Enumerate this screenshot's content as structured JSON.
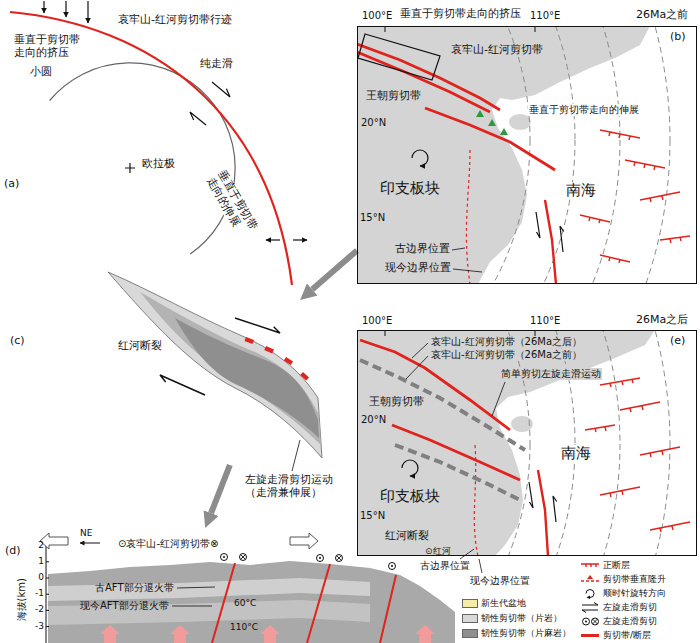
{
  "diagram": {
    "nodes": [
      {
        "text": [
          "26Ma之前",
          "(b)"
        ]
      },
      {
        "text": [
          "(c)"
        ]
      },
      {
        "text": [
          "26Ma之后",
          "(e)"
        ]
      },
      {
        "text": [
          "(d)"
        ]
      }
    ],
    "edges": [
      {
        "from": 0,
        "to": 1,
        "arrow": "to"
      },
      {
        "from": 1,
        "to": 3,
        "arrow": "to"
      }
    ],
    "labels": [
      "垂直于剪切带走向的挤压",
      "哀牢山-红河剪切带行迹",
      "纯走滑",
      "小圆",
      "欧拉极",
      "垂直于剪切带走向的伸展",
      "(a)",
      "垂直于剪切带走向的挤压",
      "100°E",
      "110°E",
      "哀牢山-红河剪切带",
      "垂直于剪切带走向的伸展",
      "王朝剪切带",
      "20°N",
      "印支板块",
      "南海",
      "15°N",
      "古边界位置",
      "现今边界位置",
      "100°E",
      "110°E",
      "哀牢山-红河剪切带（26Ma之后）",
      "哀牢山-红河剪切带（26Ma之前）",
      "简单剪切左旋走滑运动",
      "王朝剪切带",
      "20°N",
      "印支板块",
      "南海",
      "15°N",
      "古边界位置",
      "现今边界位置",
      "红河断裂",
      "左旋走滑剪切运动（走滑兼伸展）",
      "NE",
      "⊙哀牢山-红河剪切带⊗",
      "红河断裂",
      "⊙红河",
      "海拔(km)",
      "2",
      "1",
      "0",
      "-1",
      "-2",
      "-3",
      "古AFT部分退火带",
      "现今AFT部分退火带",
      "60°C",
      "110°C"
    ],
    "legend": [
      {
        "text": "正断层"
      },
      {
        "text": "剪切带垂直隆升"
      },
      {
        "text": "顺时针旋转方向"
      },
      {
        "text": "左旋走滑剪切"
      },
      {
        "text": "左旋走滑剪切"
      },
      {
        "text": "剪切带/断层"
      },
      {
        "text": "新生代盆地",
        "color": "#f5eca8"
      },
      {
        "text": "韧性剪切带（片岩）",
        "color": "#d9d9d9"
      },
      {
        "text": "韧性剪切带（片麻岩）",
        "color": "#8f8f8f"
      }
    ]
  }
}
